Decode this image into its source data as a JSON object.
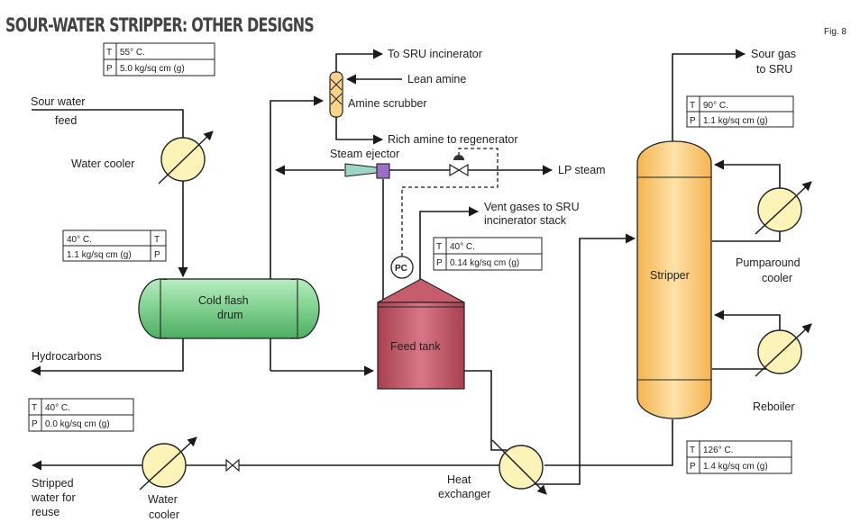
{
  "title": "Sour-water stripper: other designs",
  "fig_label": "Fig. 8",
  "streams": {
    "sour_water_feed": [
      "Sour water",
      "feed"
    ],
    "to_sru_incinerator": "To SRU incinerator",
    "lean_amine": "Lean amine",
    "rich_amine": "Rich amine to regenerator",
    "lp_steam": "LP steam",
    "vent_gases": [
      "Vent gases to SRU",
      "incinerator stack"
    ],
    "sour_gas": [
      "Sour gas",
      "to SRU"
    ],
    "hydrocarbons": "Hydrocarbons",
    "stripped_water": [
      "Stripped",
      "water for",
      "reuse"
    ]
  },
  "equipment": {
    "water_cooler_top": "Water cooler",
    "amine_scrubber": "Amine scrubber",
    "steam_ejector": "Steam ejector",
    "cold_flash_drum": [
      "Cold flash",
      "drum"
    ],
    "feed_tank": "Feed tank",
    "pc": "PC",
    "stripper": "Stripper",
    "pumparound_cooler": [
      "Pumparound",
      "cooler"
    ],
    "reboiler": "Reboiler",
    "heat_exchanger": [
      "Heat",
      "exchanger"
    ],
    "water_cooler_bottom": [
      "Water",
      "cooler"
    ]
  },
  "conditions": {
    "feed": {
      "t_key": "T",
      "t": "55° C.",
      "p_key": "P",
      "p": "5.0 kg/sq cm (g)"
    },
    "flash_drum": {
      "t_key": "T",
      "t": "40° C.",
      "p_key": "P",
      "p": "1.1 kg/sq cm (g)"
    },
    "feed_tank": {
      "t_key": "T",
      "t": "40° C.",
      "p_key": "P",
      "p": "0.14 kg/sq cm (g)"
    },
    "stripper_top": {
      "t_key": "T",
      "t": "90° C.",
      "p_key": "P",
      "p": "1.1 kg/sq cm (g)"
    },
    "stripper_bottom": {
      "t_key": "T",
      "t": "126° C.",
      "p_key": "P",
      "p": "1.4 kg/sq cm (g)"
    },
    "stripped_water": {
      "t_key": "T",
      "t": "40° C.",
      "p_key": "P",
      "p": "0.0 kg/sq cm (g)"
    }
  },
  "colors": {
    "exchanger": "#fbf3b8",
    "drum": "#8fd89d",
    "tank": "#c75d6c",
    "stripper": "#fbd48a",
    "ejector": "#9bd6c6",
    "ejector_body": "#9b6fc9"
  }
}
